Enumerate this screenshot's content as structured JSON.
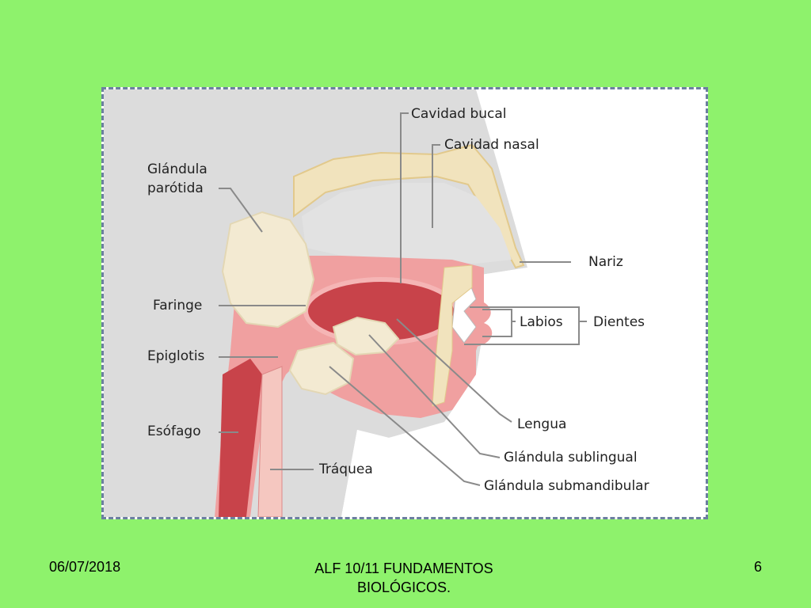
{
  "diagram": {
    "labels": {
      "cavidad_bucal": "Cavidad bucal",
      "cavidad_nasal": "Cavidad nasal",
      "glandula_parotida_line1": "Glándula",
      "glandula_parotida_line2": "parótida",
      "nariz": "Nariz",
      "faringe": "Faringe",
      "labios": "Labios",
      "dientes": "Dientes",
      "epiglotis": "Epiglotis",
      "esofago": "Esófago",
      "lengua": "Lengua",
      "glandula_sublingual": "Glándula sublingual",
      "traquea": "Tráquea",
      "glandula_submandibular": "Glándula submandibular"
    },
    "colors": {
      "background": "#8ef26c",
      "frame_border": "#6c7fa0",
      "head_gray": "#dcdcdc",
      "tissue_pink": "#f0a0a0",
      "tongue_red": "#c8434a",
      "gland_cream": "#f3ead2",
      "bone": "#f1e3bd"
    }
  },
  "footer": {
    "date": "06/07/2018",
    "title_line1": "ALF 10/11 FUNDAMENTOS",
    "title_line2": "BIOLÓGICOS.",
    "page": "6"
  }
}
